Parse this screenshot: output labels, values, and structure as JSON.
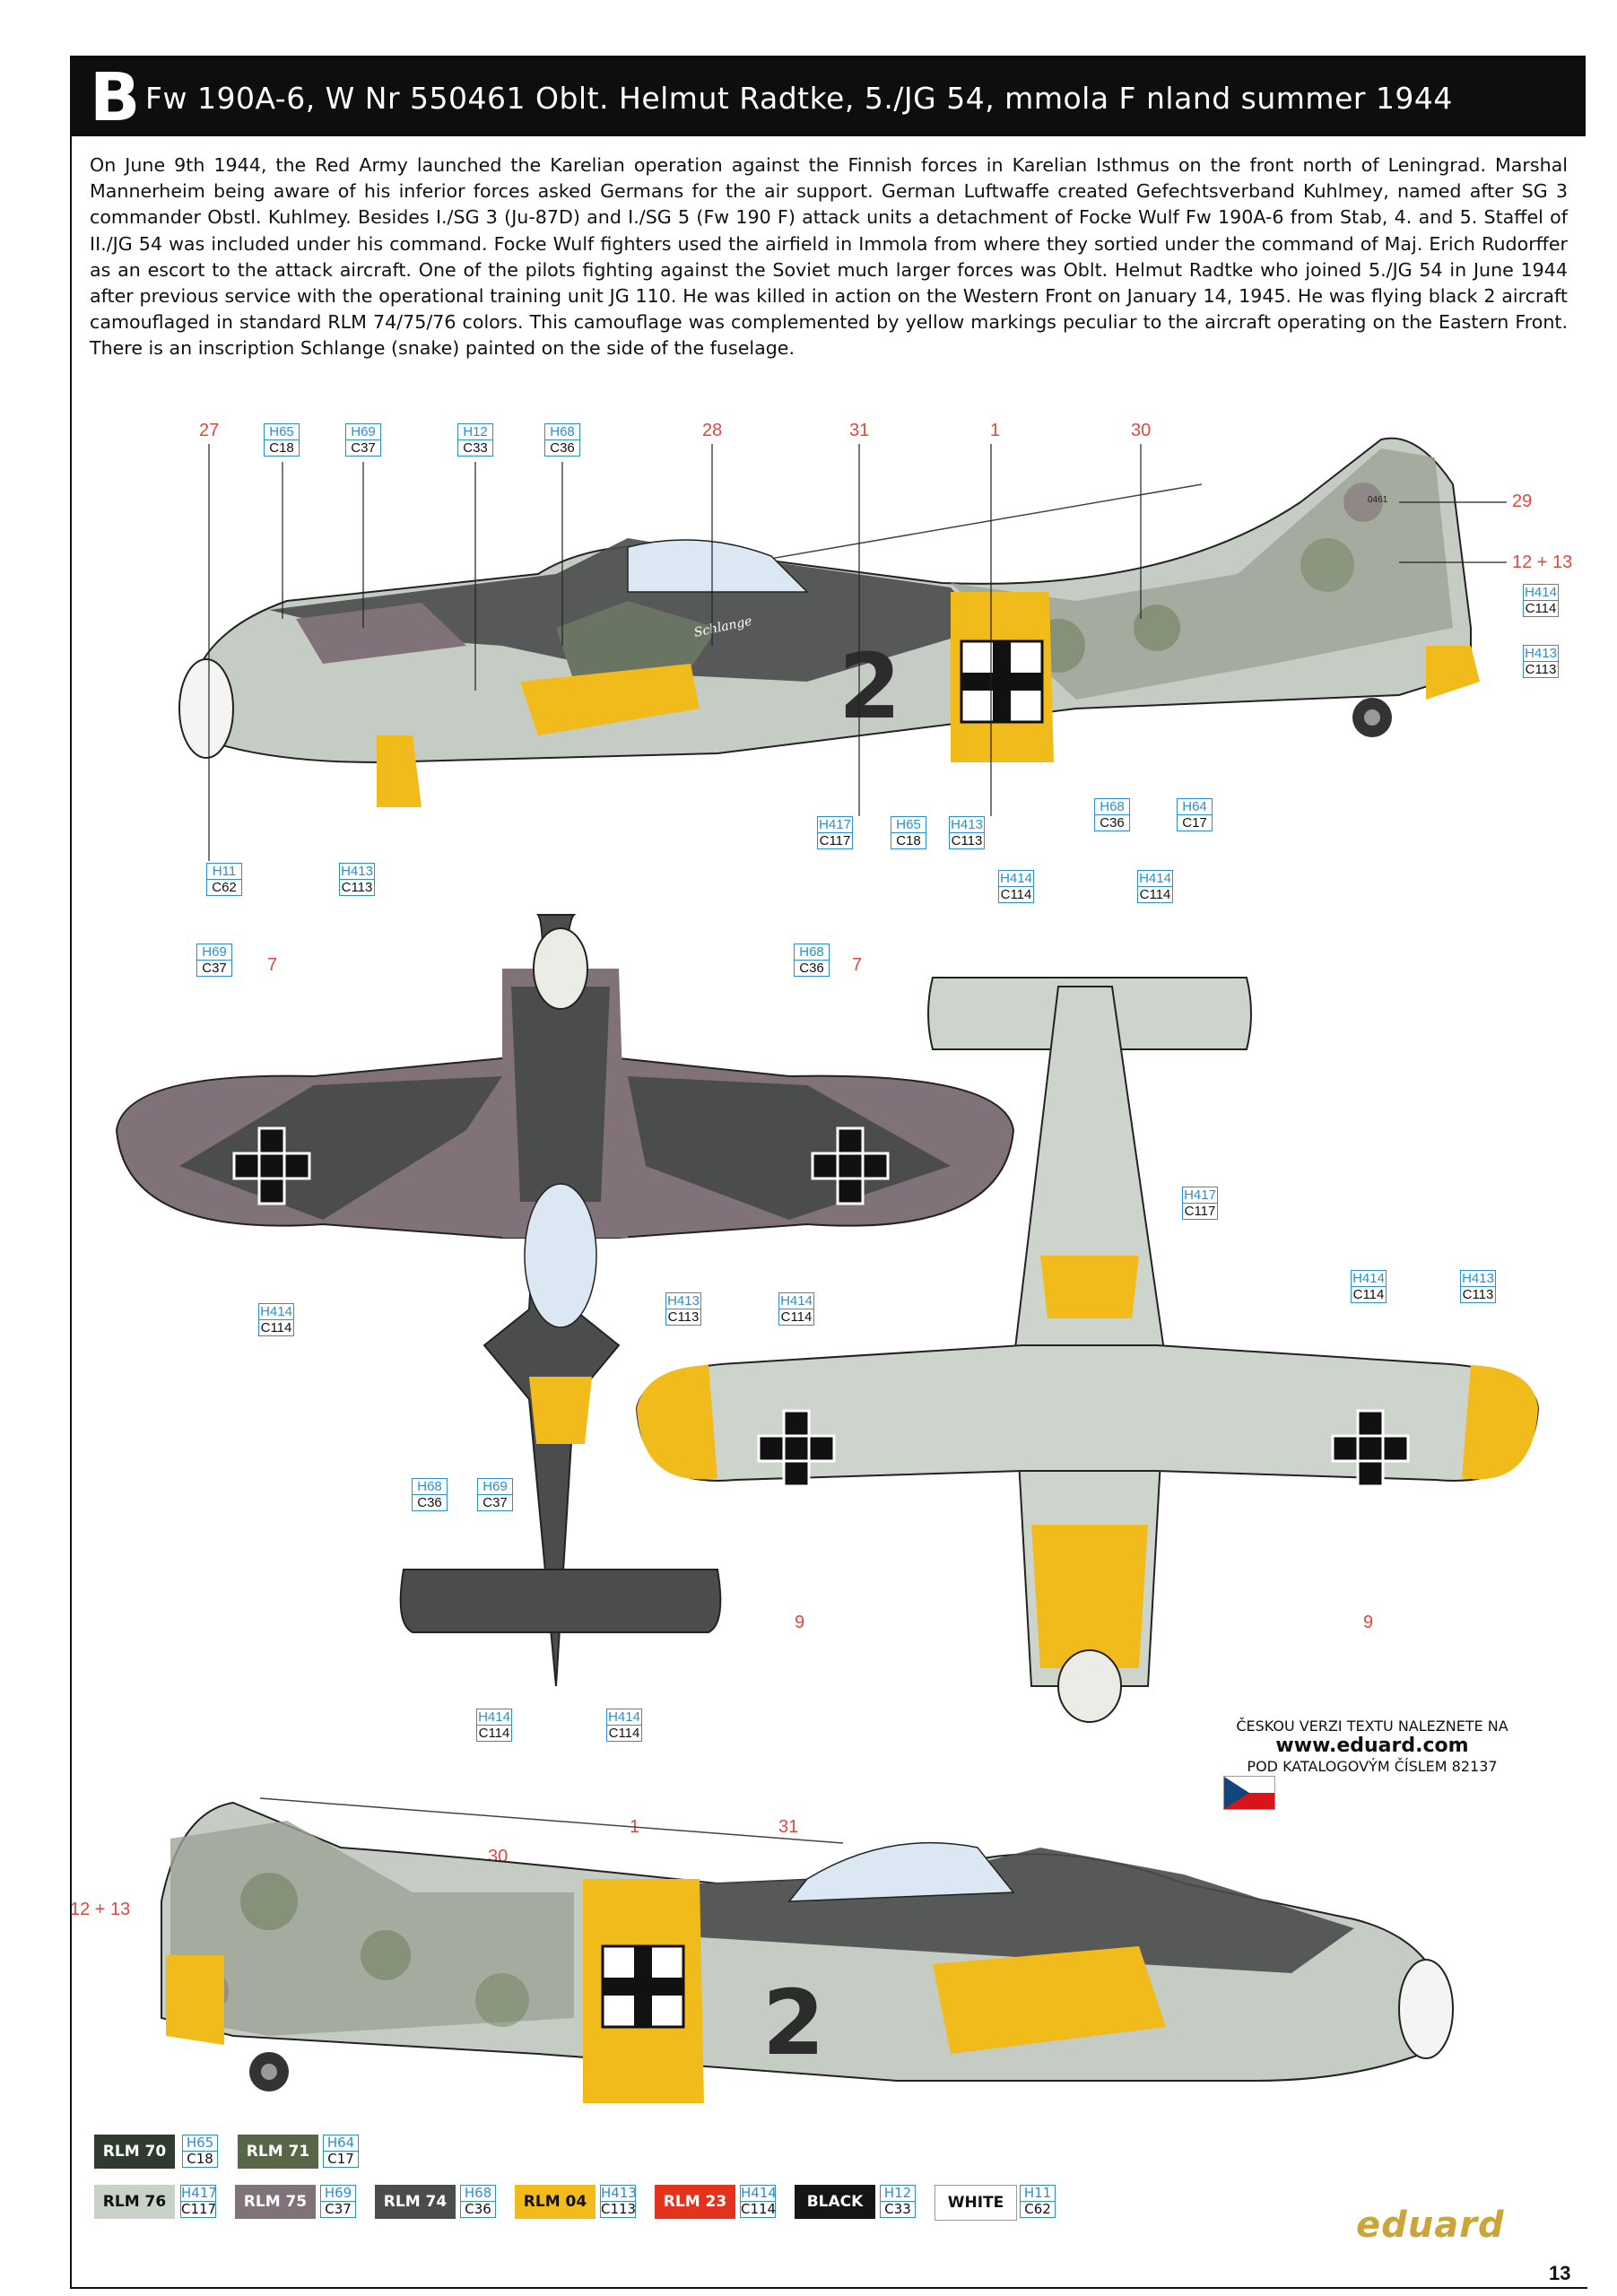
{
  "header": {
    "letter": "B",
    "title": "Fw 190A-6, W Nr 550461 Oblt. Helmut Radtke, 5./JG 54, mmola F nland summer 1944"
  },
  "intro": "On June 9th 1944, the Red Army launched the Karelian operation against the Finnish forces in Karelian Isthmus on the front north of Leningrad. Marshal Mannerheim being aware of his inferior forces asked Germans for the air support. German Luftwaffe created Gefechtsverband Kuhlmey, named after SG 3 commander Obstl. Kuhlmey. Besides I./SG 3 (Ju-87D) and I./SG 5 (Fw 190 F) attack units a detachment of Focke Wulf Fw 190A-6 from Stab, 4. and 5. Staffel of II./JG 54 was included under his command. Focke Wulf fighters used the airfield in Immola from where they sortied under the command of Maj. Erich Rudorffer as an escort to the attack aircraft. One of the pilots fighting against the Soviet much larger forces was Oblt. Helmut Radtke who joined 5./JG 54 in June 1944 after previous service with the operational training unit JG 110. He was killed in action on the Western Front on January 14, 1945. He was flying black 2 aircraft camouflaged in standard RLM 74/75/76 colors. This camouflage was complemented by yellow markings peculiar to the aircraft operating on the Eastern Front. There is an inscription Schlange (snake) painted on the side of the fuselage.",
  "aircraft_texts": {
    "fuselage_name": "Schlange",
    "fuselage_number": "2",
    "tail_serial": "0461"
  },
  "callouts": {
    "n27": "27",
    "n28": "28",
    "n31": "31",
    "n1": "1",
    "n30": "30",
    "n29": "29",
    "n12_13": "12 + 13",
    "n7": "7",
    "n9": "9"
  },
  "codes": [
    {
      "h": "H65",
      "c": "C18"
    },
    {
      "h": "H69",
      "c": "C37"
    },
    {
      "h": "H12",
      "c": "C33"
    },
    {
      "h": "H68",
      "c": "C36"
    },
    {
      "h": "H414",
      "c": "C114"
    },
    {
      "h": "H413",
      "c": "C113"
    },
    {
      "h": "H417",
      "c": "C117"
    },
    {
      "h": "H64",
      "c": "C17"
    },
    {
      "h": "H11",
      "c": "C62"
    }
  ],
  "czech_note": {
    "line1": "ČESKOU VERZI TEXTU NALEZNETE NA",
    "url": "www.eduard.com",
    "line3": "POD KATALOGOVÝM ČÍSLEM 82137"
  },
  "legend": [
    {
      "name": "RLM 70",
      "h": "H65",
      "c": "C18",
      "color": "#2f3a30",
      "text": "#fff"
    },
    {
      "name": "RLM 71",
      "h": "H64",
      "c": "C17",
      "color": "#566646",
      "text": "#fff"
    },
    {
      "name": "RLM 76",
      "h": "H417",
      "c": "C117",
      "color": "#c9d2c9",
      "text": "#111"
    },
    {
      "name": "RLM 75",
      "h": "H69",
      "c": "C37",
      "color": "#807278",
      "text": "#fff"
    },
    {
      "name": "RLM 74",
      "h": "H68",
      "c": "C36",
      "color": "#4a4d4c",
      "text": "#fff"
    },
    {
      "name": "RLM 04",
      "h": "H413",
      "c": "C113",
      "color": "#f2bb1c",
      "text": "#111"
    },
    {
      "name": "RLM 23",
      "h": "H414",
      "c": "C114",
      "color": "#e3331f",
      "text": "#fff"
    },
    {
      "name": "BLACK",
      "h": "H12",
      "c": "C33",
      "color": "#151515",
      "text": "#fff"
    },
    {
      "name": "WHITE",
      "h": "H11",
      "c": "C62",
      "color": "#ffffff",
      "text": "#111"
    }
  ],
  "brand": "eduard",
  "page_number": "13"
}
